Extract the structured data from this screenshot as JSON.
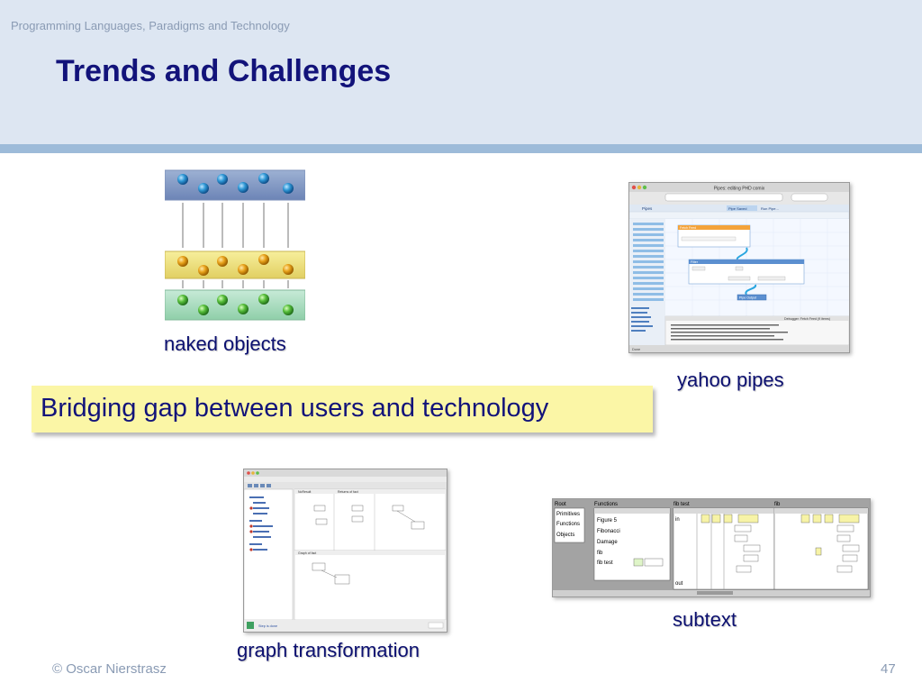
{
  "slide": {
    "course": "Programming Languages, Paradigms and Technology",
    "title": "Trends and Challenges",
    "callout": "Bridging gap between users and technology",
    "footer": "© Oscar Nierstrasz",
    "page_number": "47"
  },
  "figures": {
    "naked_objects": {
      "caption": "naked objects"
    },
    "yahoo_pipes": {
      "caption": "yahoo pipes",
      "window_title": "Pipes: editing PHD comix",
      "tab_save": "Pipe Saved",
      "tab_new": "Run Pipe...",
      "module_fetch": "Fetch Feed",
      "module_filter": "Filter",
      "module_output": "Pipe Output",
      "debugger": "Debugger: Fetch Feed (9 items)",
      "status": "Done"
    },
    "graph_transformation": {
      "caption": "graph transformation",
      "panel_nodes": "NoResult",
      "panel_returns": "Returns of fact",
      "panel_graph": "Graph of fact",
      "status": "Step is done"
    },
    "subtext": {
      "caption": "subtext",
      "root": "Root",
      "sidebar": [
        "Primitives",
        "Functions",
        "Objects"
      ],
      "functions_header": "Functions",
      "functions": [
        "Figure 5",
        "Fibonacci",
        "Damage",
        "fib",
        "fib test"
      ],
      "col1": "fib test",
      "col2": "fib",
      "row_in": "in",
      "row_out": "out"
    }
  },
  "colors": {
    "title": "#12137a",
    "header_band": "#dde6f2",
    "header_rule": "#9dbbd9",
    "callout_bg": "#fbf6a6",
    "blue_ball": "#3aa0d8",
    "orange_ball": "#e8a21a",
    "green_ball": "#56bd3a"
  }
}
